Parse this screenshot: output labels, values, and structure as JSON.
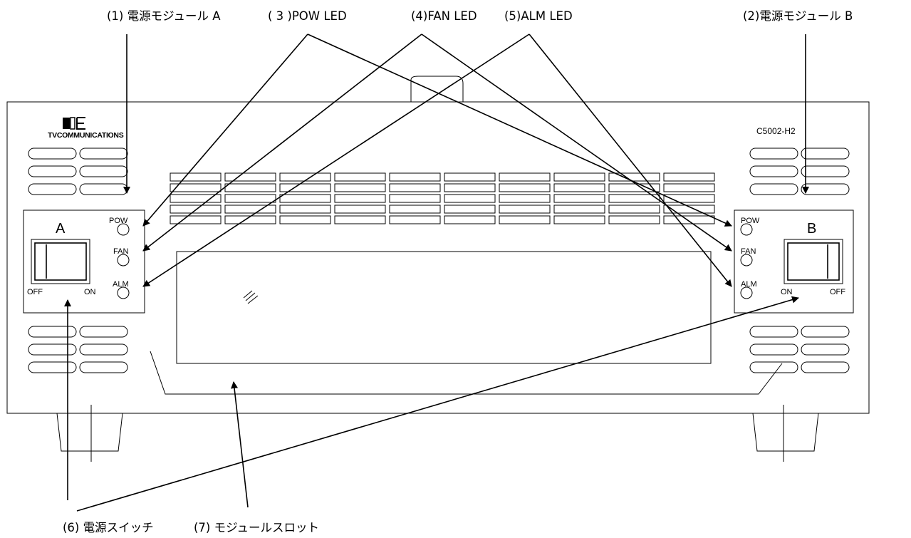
{
  "callouts": {
    "module_a": "(1) 電源モジュール A",
    "pow_led": "( 3 )POW LED",
    "fan_led": "(4)FAN LED",
    "alm_led": "(5)ALM LED",
    "module_b": "(2)電源モジュール B",
    "power_switch": "(6) 電源スイッチ",
    "module_slot": "(7) モジュールスロット"
  },
  "device": {
    "brand": "TVCOMMUNICATIONS",
    "model": "C5002-H2",
    "module_a": {
      "letter": "A",
      "led_pow": "POW",
      "led_fan": "FAN",
      "led_alm": "ALM",
      "switch_off": "OFF",
      "switch_on": "ON"
    },
    "module_b": {
      "letter": "B",
      "led_pow": "POW",
      "led_fan": "FAN",
      "led_alm": "ALM",
      "switch_on": "ON",
      "switch_off": "OFF"
    }
  }
}
